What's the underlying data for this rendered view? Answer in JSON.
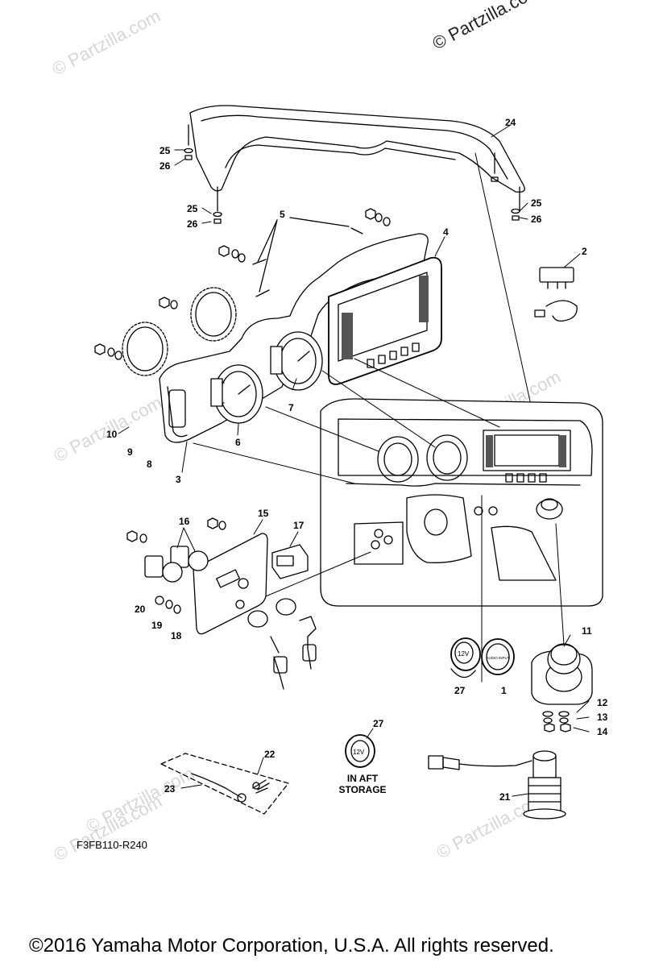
{
  "watermarks": {
    "top_right": "© Partzilla.com",
    "faint": "© Partzilla.com"
  },
  "diagram_code": "F3FB110-R240",
  "copyright": "©2016 Yamaha Motor Corporation, U.S.A. All rights reserved.",
  "note": {
    "line1": "IN AFT",
    "line2": "STORAGE"
  },
  "labels": {
    "1": "1",
    "2": "2",
    "3": "3",
    "4": "4",
    "5": "5",
    "6": "6",
    "7": "7",
    "8": "8",
    "9": "9",
    "10": "10",
    "11": "11",
    "12": "12",
    "13": "13",
    "14": "14",
    "15": "15",
    "16": "16",
    "17": "17",
    "18": "18",
    "19": "19",
    "20": "20",
    "21": "21",
    "22": "22",
    "23": "23",
    "24": "24",
    "25": "25",
    "26": "26",
    "27": "27"
  },
  "part_text": {
    "socket_12v": "12V",
    "audio_input": "AUDIO INPUT"
  }
}
